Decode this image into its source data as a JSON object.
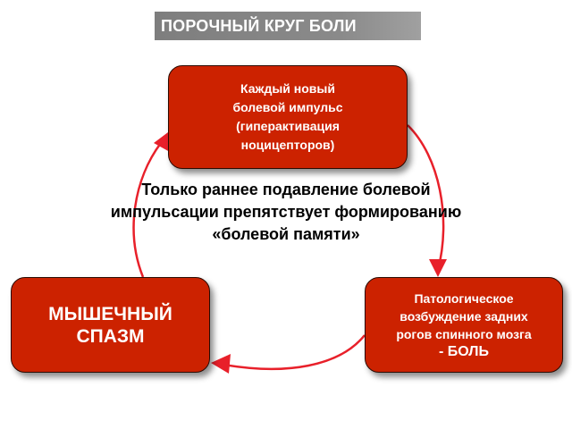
{
  "title": "ПОРОЧНЫЙ КРУГ БОЛИ",
  "nodes": {
    "top": "Каждый новый\nболевой импульс\n(гиперактивация\nноцицепторов)",
    "left": "МЫШЕЧНЫЙ\nСПАЗМ",
    "right_main": "Патологическое\nвозбуждение задних\nрогов спинного мозга",
    "right_tail": "- БОЛЬ"
  },
  "center_text": "Только раннее подавление болевой\nимпульсации препятствует формированию\n«болевой памяти»",
  "colors": {
    "node_fill": "#cc2200",
    "arrow": "#e8202a",
    "title_bg": "#808080"
  }
}
